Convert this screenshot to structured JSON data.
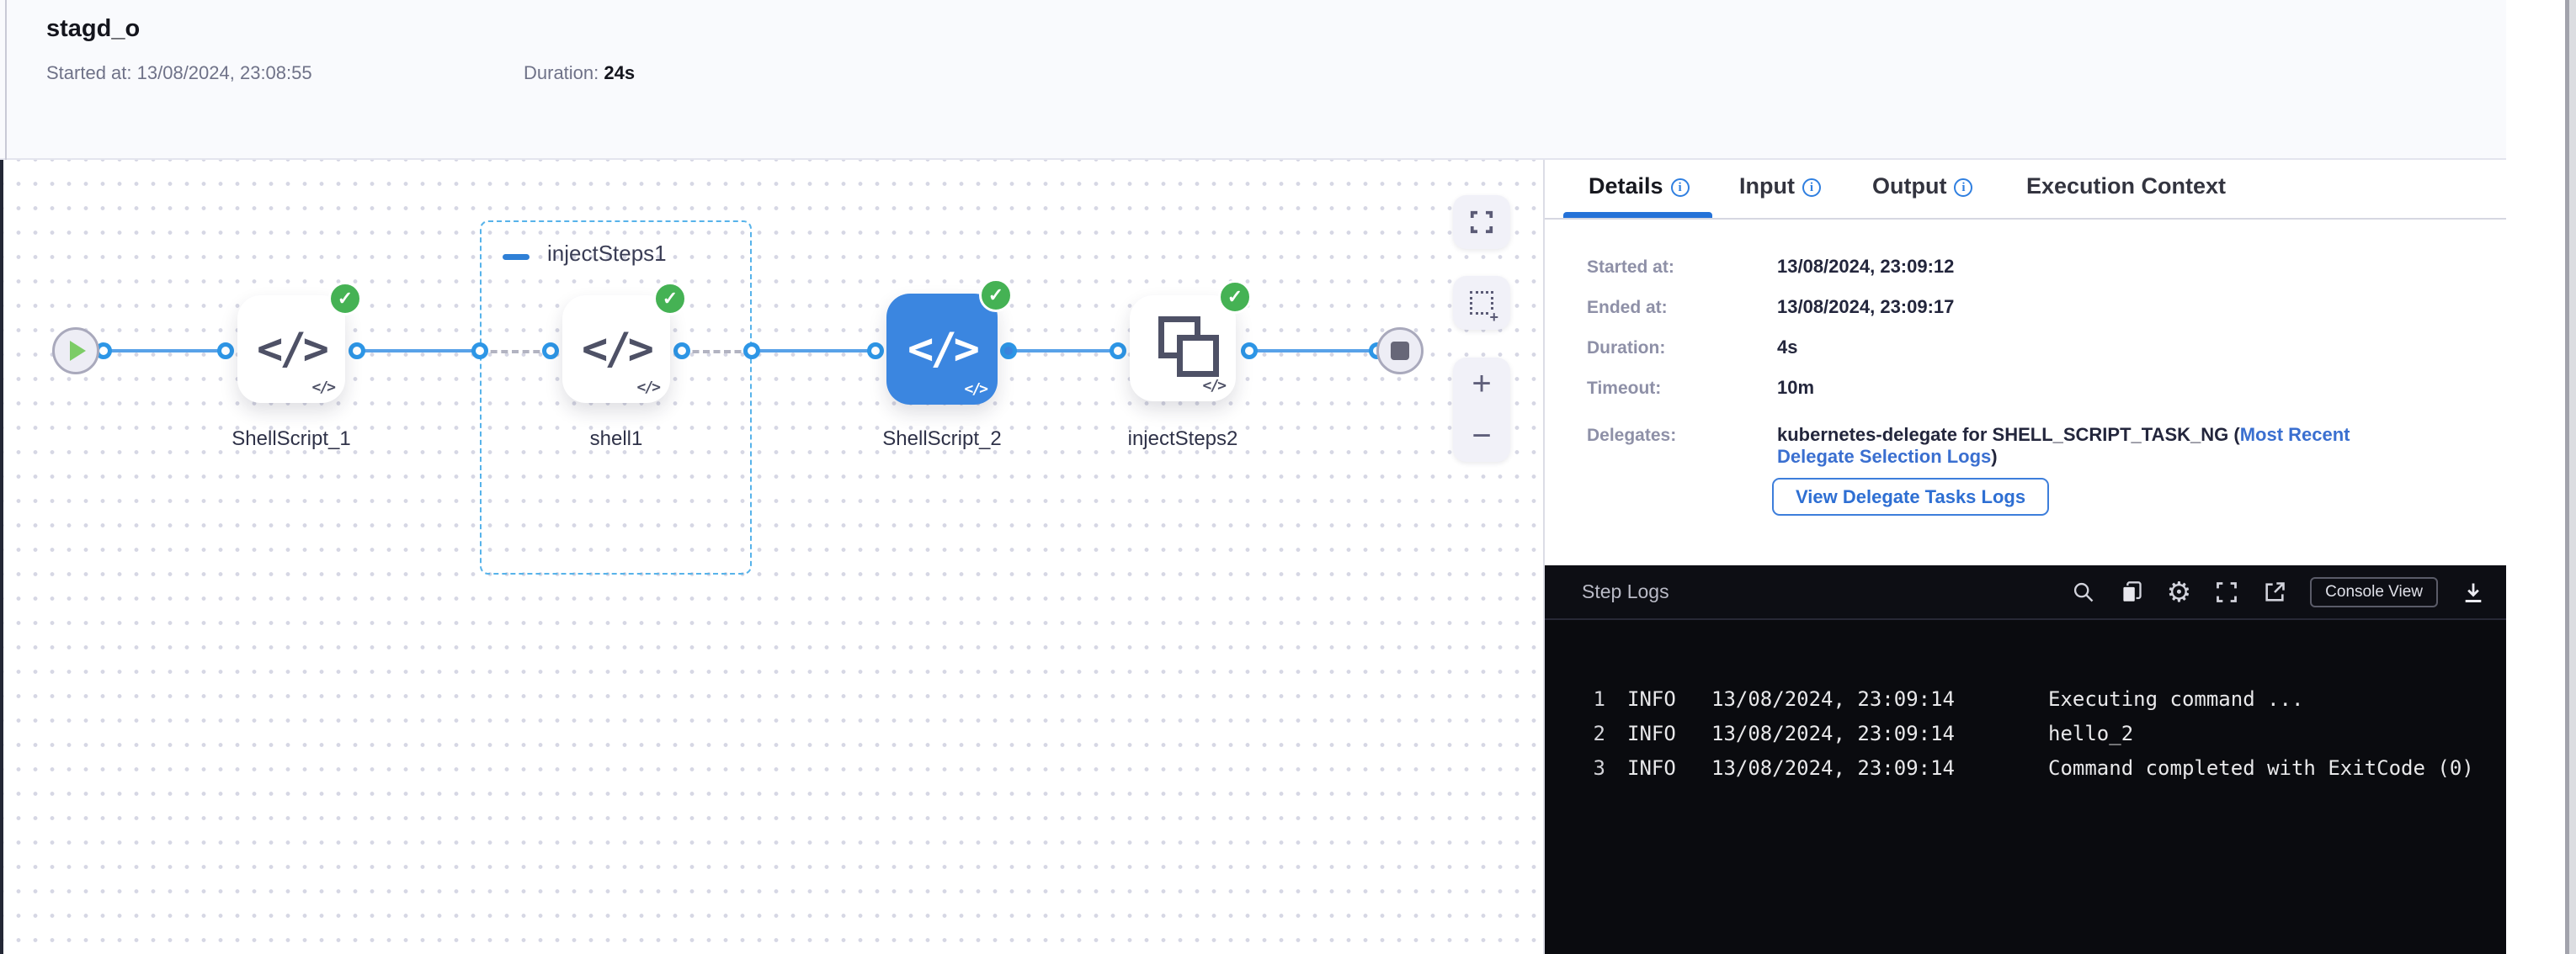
{
  "colors": {
    "accent_blue": "#2472d8",
    "node_selected_blue": "#3b86e0",
    "edge_blue": "#58a2e8",
    "success_green": "#45b254",
    "link_blue": "#3a6fd0",
    "console_bg": "#0a0b0f"
  },
  "header": {
    "title": "stagd_o",
    "started_label": "Started at:",
    "started_value": "13/08/2024, 23:08:55",
    "duration_label": "Duration:",
    "duration_value": "24s"
  },
  "canvas": {
    "icons": {
      "code_glyph": "</>",
      "check_glyph": "✓",
      "zoom_in_glyph": "+",
      "zoom_out_glyph": "−"
    },
    "group": {
      "label": "injectSteps1"
    },
    "nodes": [
      {
        "label": "ShellScript_1",
        "status": "success"
      },
      {
        "label": "shell1",
        "status": "success"
      },
      {
        "label": "ShellScript_2",
        "status": "success",
        "selected": true
      },
      {
        "label": "injectSteps2",
        "status": "success"
      }
    ]
  },
  "panel": {
    "tabs": [
      {
        "label": "Details",
        "has_info": true,
        "active": true
      },
      {
        "label": "Input",
        "has_info": true
      },
      {
        "label": "Output",
        "has_info": true
      },
      {
        "label": "Execution Context",
        "has_info": false
      }
    ],
    "details": {
      "rows": [
        {
          "label": "Started at:",
          "value": "13/08/2024, 23:09:12"
        },
        {
          "label": "Ended at:",
          "value": "13/08/2024, 23:09:17"
        },
        {
          "label": "Duration:",
          "value": "4s"
        },
        {
          "label": "Timeout:",
          "value": "10m"
        }
      ],
      "delegates_label": "Delegates:",
      "delegates_text": "kubernetes-delegate for SHELL_SCRIPT_TASK_NG (",
      "delegates_link": "Most Recent Delegate Selection Logs",
      "delegates_suffix": ")",
      "button_label": "View Delegate Tasks Logs"
    }
  },
  "logs": {
    "title": "Step Logs",
    "console_view_label": "Console View",
    "lines": [
      {
        "num": "1",
        "level": "INFO",
        "time": "13/08/2024, 23:09:14",
        "message": "Executing command ..."
      },
      {
        "num": "2",
        "level": "INFO",
        "time": "13/08/2024, 23:09:14",
        "message": "hello_2"
      },
      {
        "num": "3",
        "level": "INFO",
        "time": "13/08/2024, 23:09:14",
        "message": "Command completed with ExitCode (0)"
      }
    ]
  }
}
